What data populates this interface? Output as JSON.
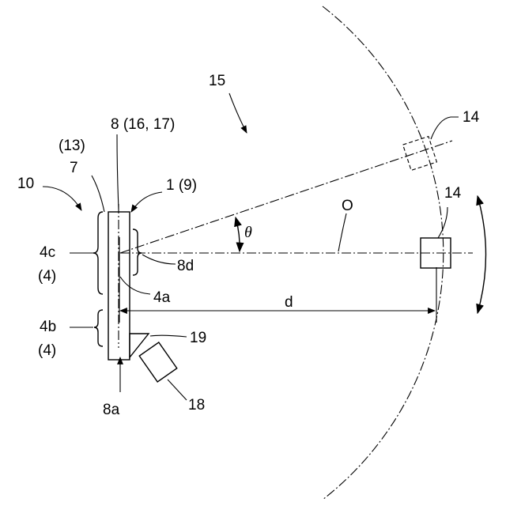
{
  "labels": {
    "system": "15",
    "upper_target": "14",
    "target": "14",
    "bracket_assembly": "10",
    "sub_13": "(13)",
    "sub_7": "7",
    "sensor_top": "8 (16, 17)",
    "housing": "1 (9)",
    "upper_region": "4c",
    "upper_region_paren": "(4)",
    "lower_region": "4b",
    "lower_region_paren": "(4)",
    "surface": "4a",
    "dim_8d": "8d",
    "dim_8a": "8a",
    "part_19": "19",
    "part_18": "18",
    "axis": "O",
    "angle": "θ",
    "distance": "d"
  },
  "colors": {
    "line": "#000000",
    "background": "#ffffff"
  }
}
